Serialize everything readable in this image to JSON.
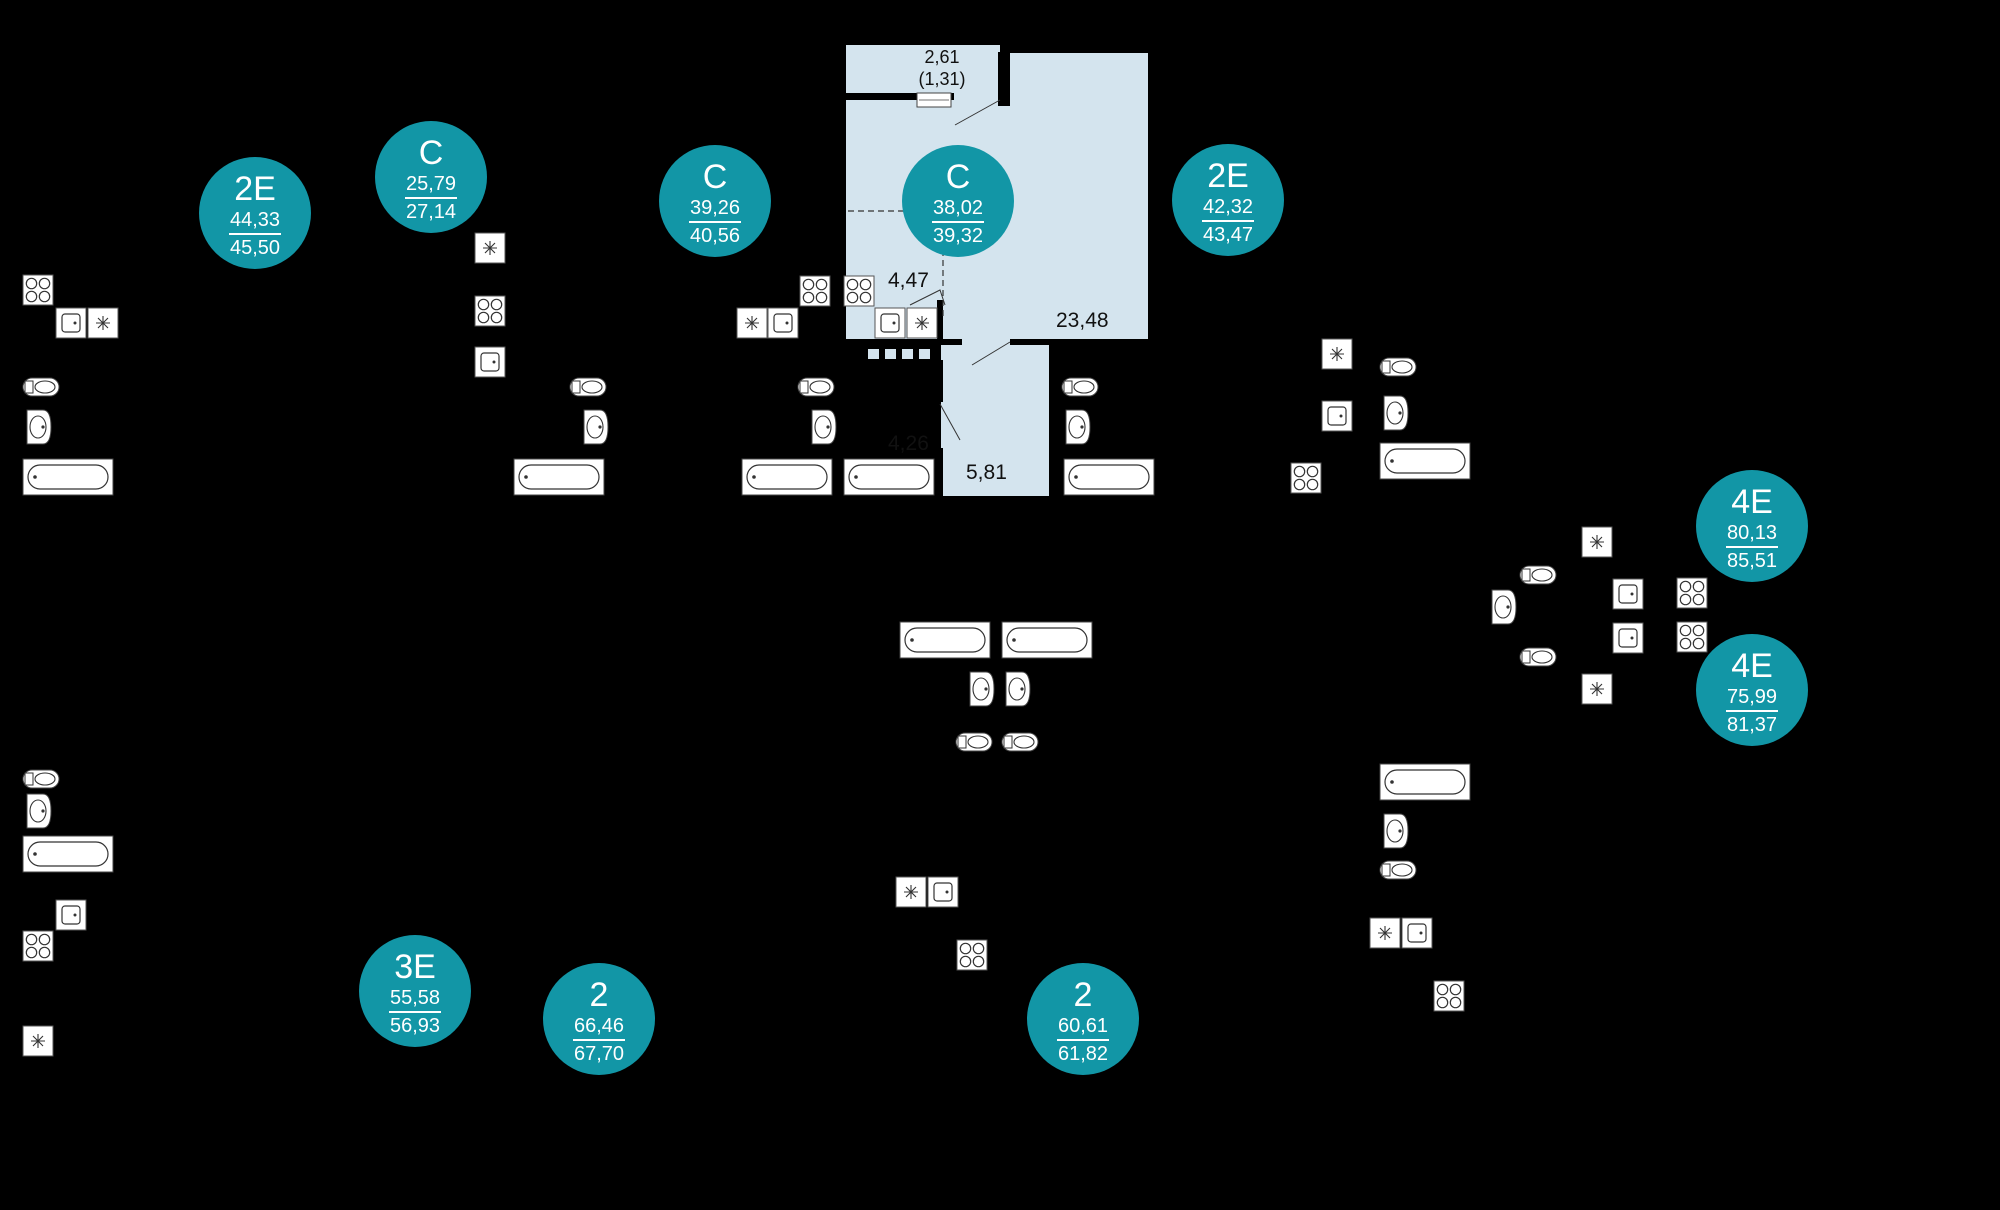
{
  "apartments": [
    {
      "type": "2Е",
      "living": "44,33",
      "total": "45,50",
      "highlighted": false
    },
    {
      "type": "С",
      "living": "25,79",
      "total": "27,14",
      "highlighted": false
    },
    {
      "type": "С",
      "living": "39,26",
      "total": "40,56",
      "highlighted": false
    },
    {
      "type": "С",
      "living": "38,02",
      "total": "39,32",
      "highlighted": true
    },
    {
      "type": "2Е",
      "living": "42,32",
      "total": "43,47",
      "highlighted": false
    },
    {
      "type": "4Е",
      "living": "80,13",
      "total": "85,51",
      "highlighted": false
    },
    {
      "type": "4Е",
      "living": "75,99",
      "total": "81,37",
      "highlighted": false
    },
    {
      "type": "3Е",
      "living": "55,58",
      "total": "56,93",
      "highlighted": false
    },
    {
      "type": "2",
      "living": "66,46",
      "total": "67,70",
      "highlighted": false
    },
    {
      "type": "2",
      "living": "60,61",
      "total": "61,82",
      "highlighted": false
    }
  ],
  "rooms": {
    "balcony_area": "2,61",
    "balcony_area_reduced": "(1,31)",
    "kitchen_area": "4,47",
    "main_room_area": "23,48",
    "bathroom_area": "4,26",
    "hallway_area": "5,81"
  },
  "colors": {
    "background": "#000000",
    "badge": "#1296a6",
    "selected_apartment": "#d4e4ee",
    "fixture": "#ffffff"
  },
  "icons": [
    "stove-icon",
    "sink-icon",
    "toilet-icon",
    "washbasin-icon",
    "bathtub-icon",
    "fan-icon",
    "hatch-icon"
  ]
}
